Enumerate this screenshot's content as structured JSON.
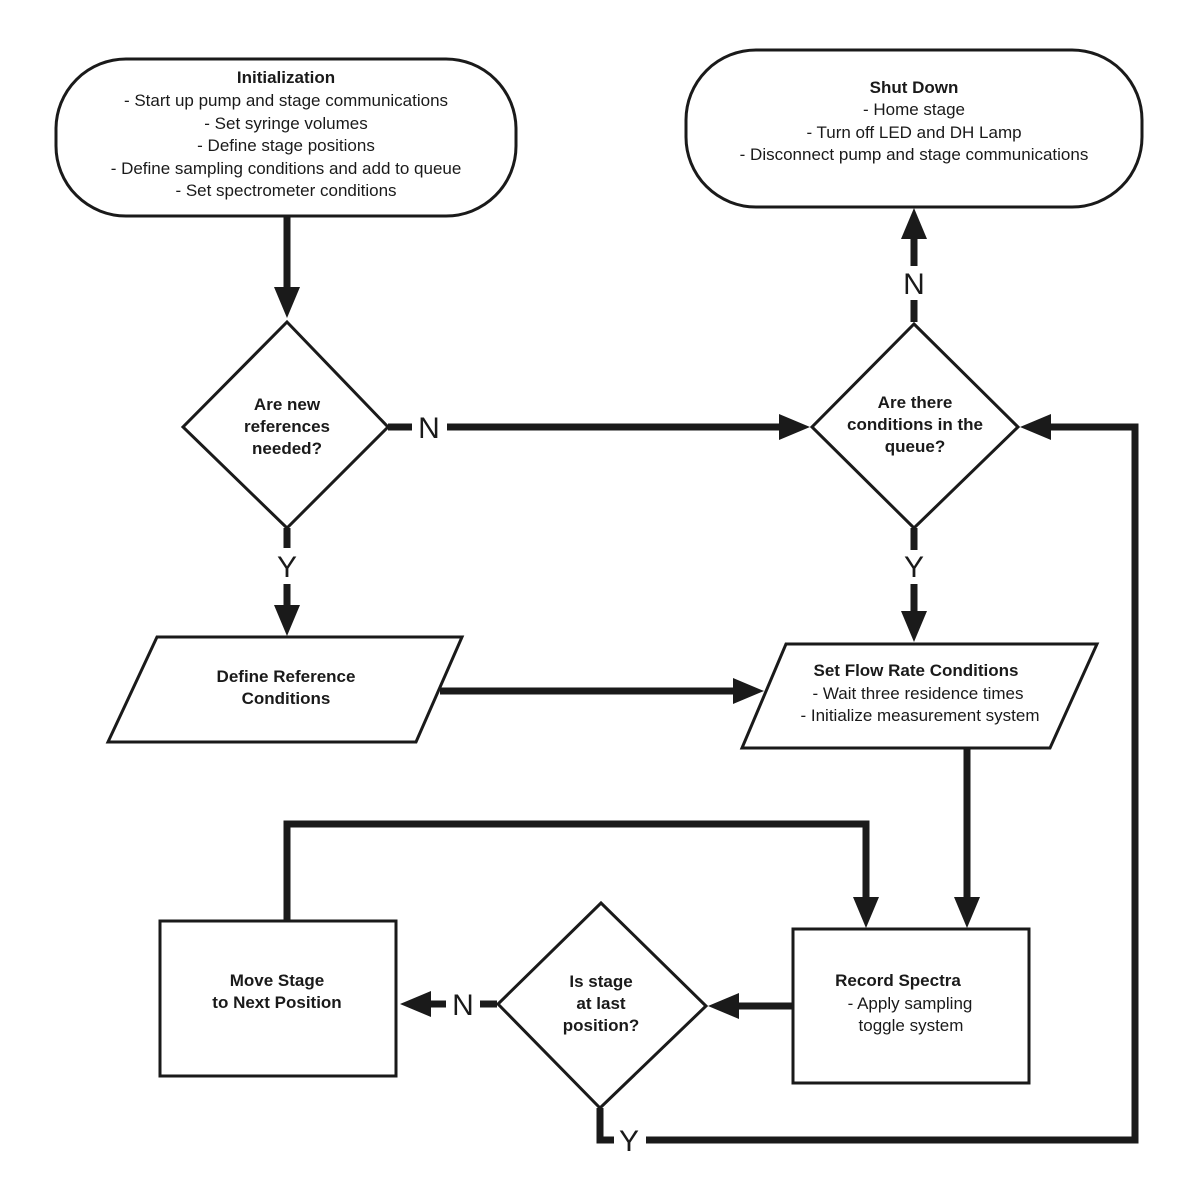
{
  "nodes": {
    "init": {
      "title": "Initialization",
      "lines": [
        "- Start up pump and stage communications",
        "- Set syringe volumes",
        "- Define stage positions",
        "- Define sampling conditions and add to queue",
        "- Set spectrometer conditions"
      ]
    },
    "shutdown": {
      "title": "Shut Down",
      "lines": [
        "- Home stage",
        "- Turn off LED and DH Lamp",
        "- Disconnect pump and stage communications"
      ]
    },
    "refs_needed": {
      "lines": [
        "Are new",
        "references",
        "needed?"
      ]
    },
    "queue": {
      "lines": [
        "Are there",
        "conditions in the",
        "queue?"
      ]
    },
    "define_ref": {
      "lines": [
        "Define Reference",
        "Conditions"
      ]
    },
    "flow_rate": {
      "title": "Set Flow Rate Conditions",
      "lines": [
        "- Wait three residence times",
        "- Initialize measurement system"
      ]
    },
    "record": {
      "title": "Record Spectra",
      "lines": [
        "- Apply sampling",
        "toggle system"
      ]
    },
    "last_pos": {
      "lines": [
        "Is stage",
        "at last",
        "position?"
      ]
    },
    "move_stage": {
      "lines": [
        "Move Stage",
        "to Next Position"
      ]
    }
  },
  "labels": {
    "refs_no": "N",
    "refs_yes": "Y",
    "queue_no": "N",
    "queue_yes": "Y",
    "last_no": "N",
    "last_yes": "Y"
  }
}
